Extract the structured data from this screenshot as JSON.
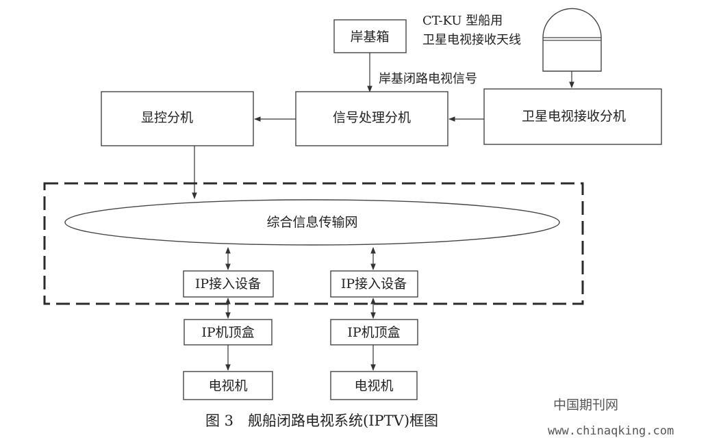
{
  "nodes": {
    "shore_box": "岸基箱",
    "antenna": "CT-KU 型船用\n卫星电视接收天线",
    "shore_signal": "岸基闭路电视信号",
    "display_control": "显控分机",
    "signal_processing": "信号处理分机",
    "satellite_receiver": "卫星电视接收分机",
    "network": "综合信息传输网",
    "ip_access_left": "IP接入设备",
    "ip_access_right": "IP接入设备",
    "stb_left": "IP机顶盒",
    "stb_right": "IP机顶盒",
    "tv_left": "电视机",
    "tv_right": "电视机"
  },
  "caption": "图 3　舰船闭路电视系统(IPTV)框图",
  "watermark": {
    "cn": "中国期刊网",
    "url": "www.chinaqking.com"
  }
}
